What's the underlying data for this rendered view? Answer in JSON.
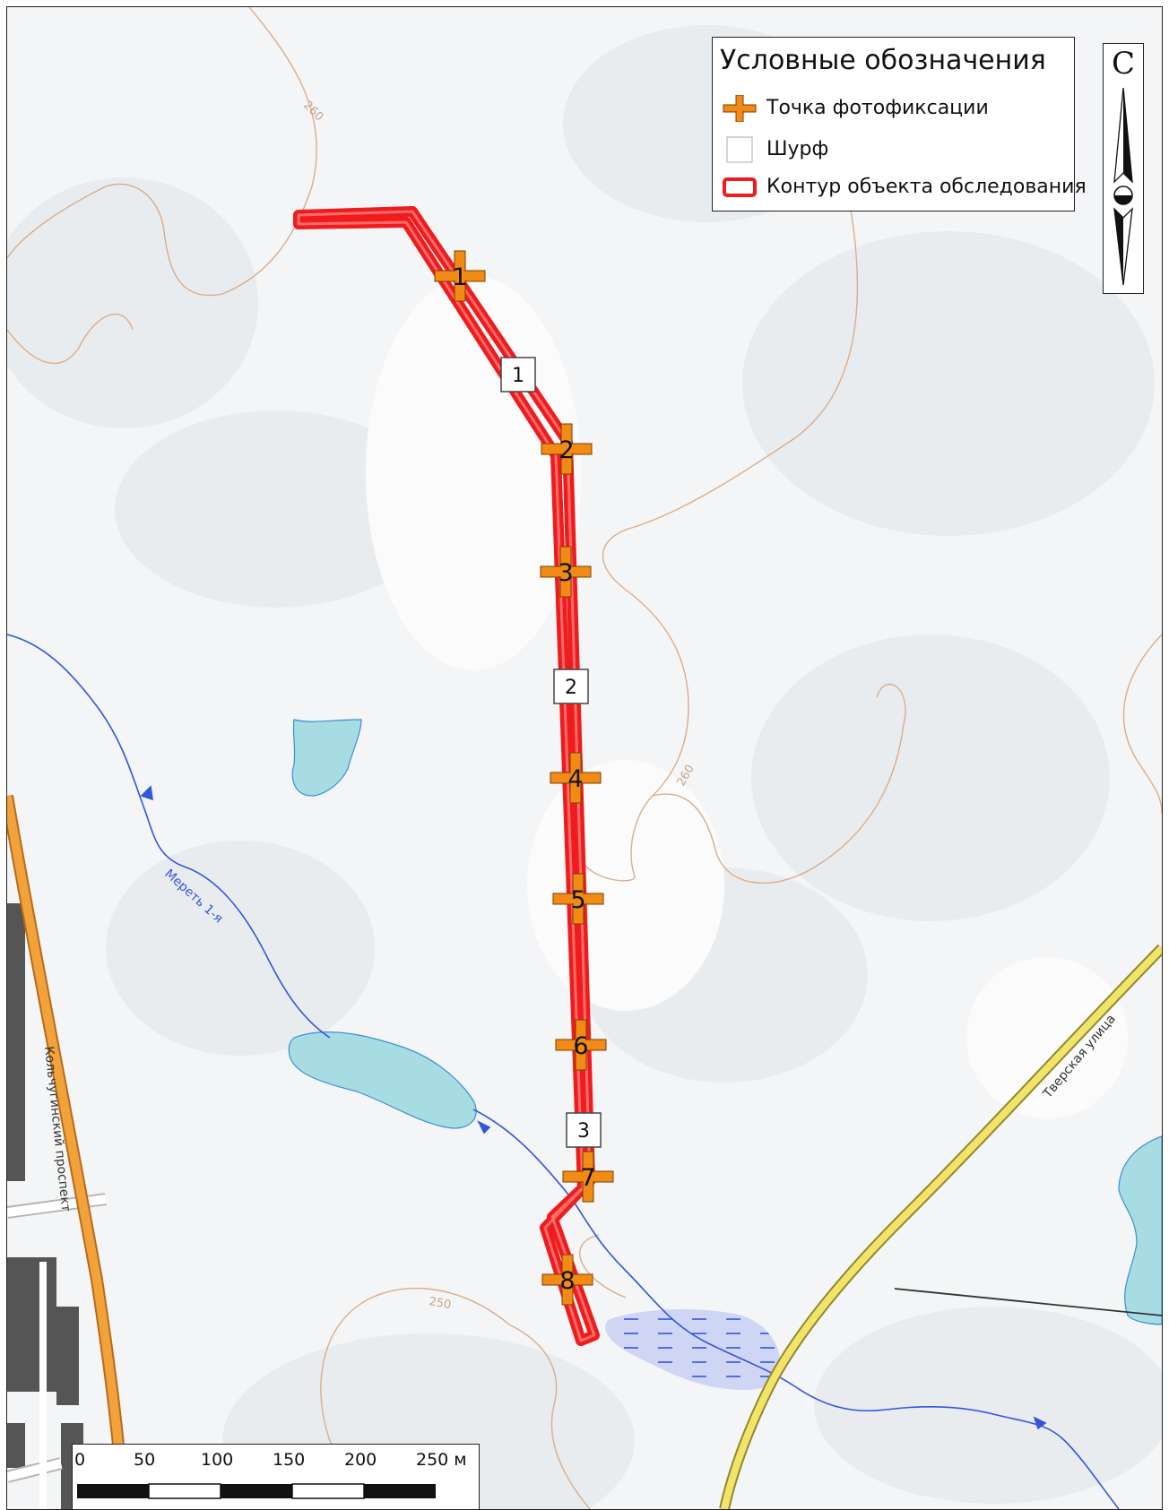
{
  "legend": {
    "title": "Условные обозначения",
    "items": [
      {
        "symbol": "orange-cross",
        "label": "Точка фотофиксации"
      },
      {
        "symbol": "white-square",
        "label": "Шурф"
      },
      {
        "symbol": "red-outline",
        "label": "Контур объекта обследования"
      }
    ]
  },
  "north_arrow": {
    "letter": "С"
  },
  "scale_bar": {
    "labels": [
      "0",
      "50",
      "100",
      "150",
      "200",
      "250 м"
    ]
  },
  "map_labels": {
    "river": "Мереть 1-я",
    "avenue": "Кольчугинский проспект",
    "street": "Тверская улица",
    "contours": [
      "260",
      "260",
      "250"
    ]
  },
  "photo_points": [
    "1",
    "2",
    "3",
    "4",
    "5",
    "6",
    "7",
    "8"
  ],
  "pits": [
    "1",
    "2",
    "3"
  ],
  "colors": {
    "survey_outline": "#ee1c1c",
    "photo_point": "#f28a16",
    "water": "#a7dce3",
    "river_line": "#3355dd",
    "avenue": "#f2a23a",
    "street": "#f2e46a",
    "contour": "#d9ad8c"
  }
}
